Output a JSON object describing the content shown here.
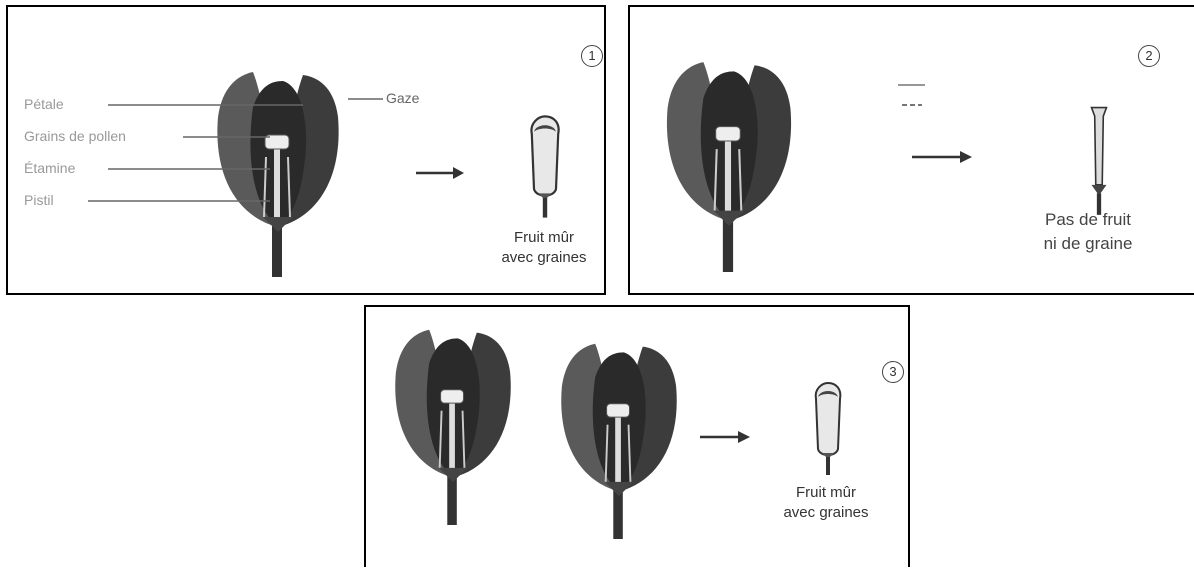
{
  "panels": [
    {
      "number": "1",
      "labels": {
        "petale": "Pétale",
        "grains": "Grains de pollen",
        "etamine": "Étamine",
        "pistil": "Pistil",
        "gaze": "Gaze"
      },
      "caption": [
        "Fruit mûr",
        "avec graines"
      ]
    },
    {
      "number": "2",
      "caption": [
        "Pas de fruit",
        "ni de graine"
      ]
    },
    {
      "number": "3",
      "caption": [
        "Fruit mûr",
        "avec graines"
      ]
    }
  ]
}
